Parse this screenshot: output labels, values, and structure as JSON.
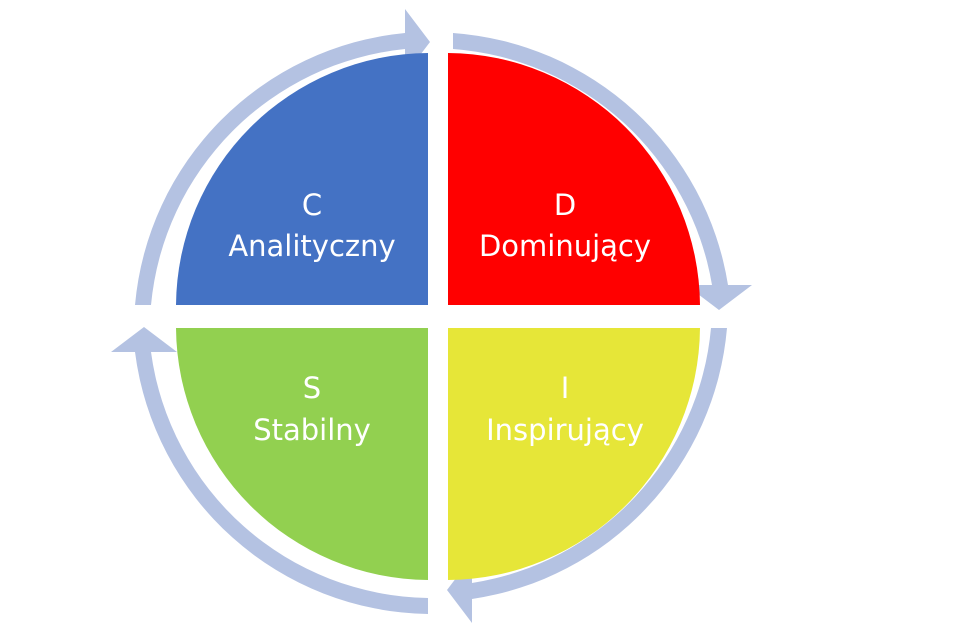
{
  "quadrants": [
    {
      "id": "c",
      "letter": "C",
      "label": "Analityczny",
      "color": "#4472C4"
    },
    {
      "id": "d",
      "letter": "D",
      "label": "Dominujący",
      "color": "#FF0000"
    },
    {
      "id": "i",
      "letter": "I",
      "label": "Inspirujący",
      "color": "#E6E638"
    },
    {
      "id": "s",
      "letter": "S",
      "label": "Stabilny",
      "color": "#92D050"
    }
  ],
  "arrow_color": "#B4C2E2"
}
